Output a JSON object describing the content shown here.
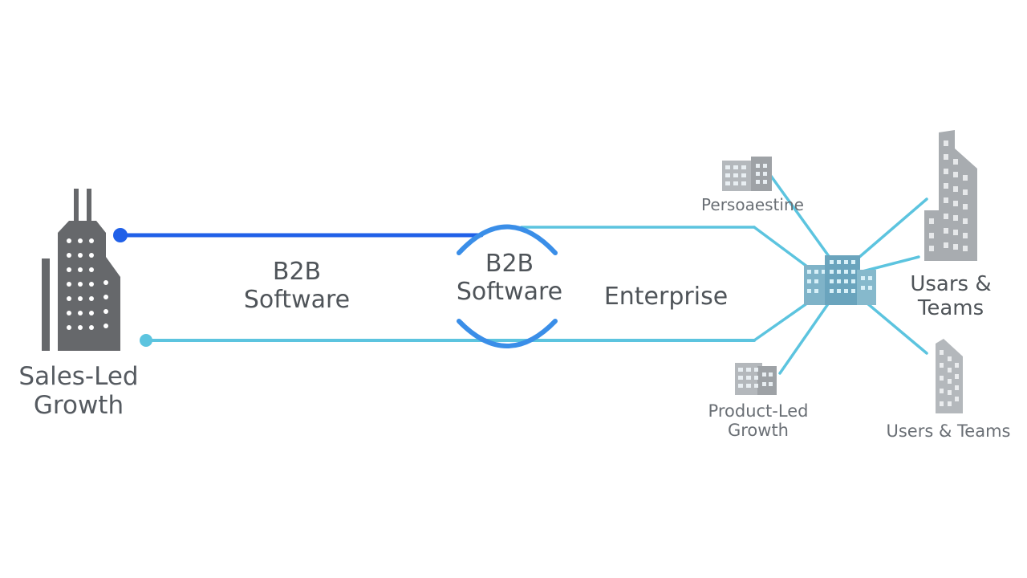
{
  "colors": {
    "dark_blue": "#2060e8",
    "light_blue": "#5cc4df",
    "arc_blue": "#3a8ee8",
    "building_dark": "#66686b",
    "building_light": "#a8acb0",
    "text": "#555a60"
  },
  "labels": {
    "sales_led": [
      "Sales-Led",
      "Growth"
    ],
    "b2b_left": [
      "B2B",
      "Software"
    ],
    "b2b_center": [
      "B2B",
      "Software"
    ],
    "enterprise": "Enterprise",
    "persona": "Persoaestine",
    "product_led": [
      "Product-Led",
      "Growth"
    ],
    "users_teams_upper": [
      "Usars &",
      "Teams"
    ],
    "users_teams_lower": "Users & Teams"
  },
  "icons": {
    "left_building": "skyscraper-icon",
    "top_building": "office-building-icon",
    "hub_building": "office-cluster-icon",
    "bottom_building": "office-building-icon",
    "tall_building_right": "tower-icon",
    "short_building_right": "tower-icon"
  }
}
